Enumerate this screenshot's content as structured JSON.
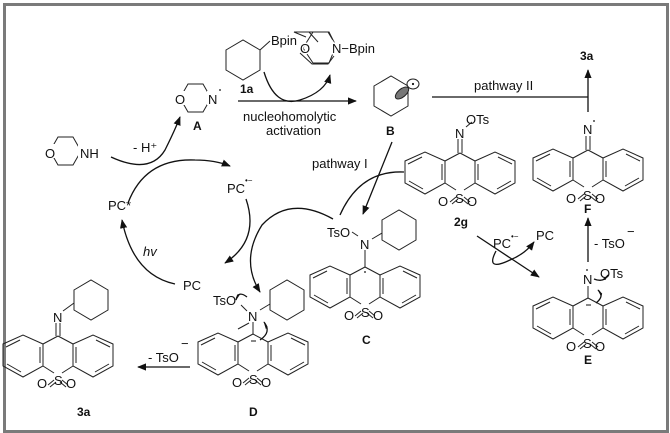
{
  "figure": {
    "type": "reaction-mechanism-scheme",
    "frame_color": "#7a7a7a"
  },
  "labels": {
    "reagent_1a_group": "Bpin",
    "compound_1a": "1a",
    "morpholine_bpin_group": "N−Bpin",
    "morpholine_bpin_O": "O",
    "step_label_line1": "nucleohomolytic",
    "step_label_line2": "activation",
    "radical_B": "B",
    "pathway_I": "pathway I",
    "pathway_II": "pathway II",
    "product_3a_top": "3a",
    "morpholine_NH": "NH",
    "morpholine_O": "O",
    "deprotonation": "- H⁺",
    "aminyl_N": "N",
    "aminyl_O": "O",
    "intermediate_A": "A",
    "pc_radical_anion": "PC",
    "pc_radical_anion_sup": "•−",
    "pc_excited": "PC*",
    "hv": "hv",
    "pc_ground": "PC",
    "oxime_N": "N",
    "oxime_OTs": "OTs",
    "compound_2g": "2g",
    "sulfone_S": "S",
    "sulfone_O": "O",
    "intermediate_C": "C",
    "C_TsO": "TsO",
    "C_N": "N",
    "intermediate_D": "D",
    "D_TsO": "TsO",
    "D_N": "N",
    "elim_D": "- TsO",
    "elim_sup": "−",
    "product_3a_bottom": "3a",
    "product_N": "N",
    "intermediate_E": "E",
    "E_N": "N",
    "E_OTs": "OTs",
    "pc_anion_right": "PC",
    "pc_right": "PC",
    "elim_E": "- TsO",
    "intermediate_F": "F",
    "F_N": "N"
  }
}
